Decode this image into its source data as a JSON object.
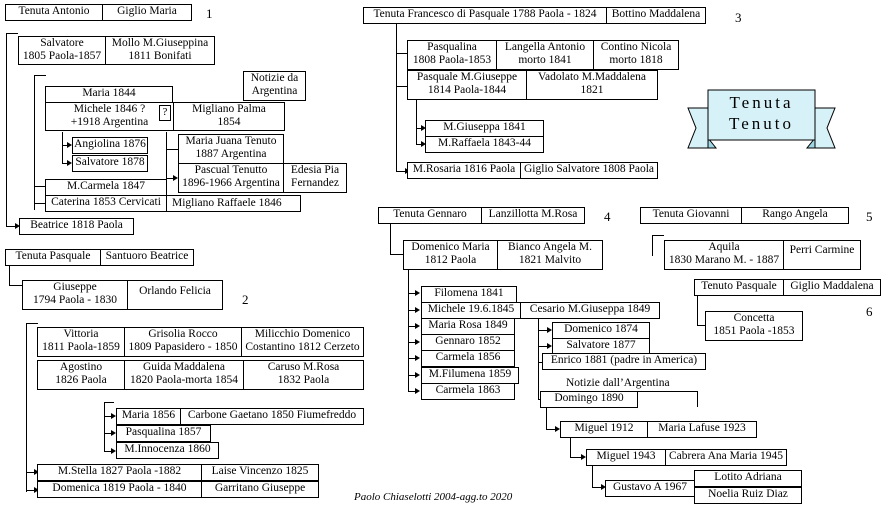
{
  "groups": {
    "g1": {
      "num": "1",
      "top_left": "Tenuta Antonio",
      "top_right": "Giglio Maria",
      "salvatore": [
        "Salvatore",
        "1805 Paola-1857"
      ],
      "mollo": [
        "Mollo M.Giuseppina",
        "1811 Bonifati"
      ],
      "maria": "Maria 1844",
      "notizie": [
        "Notizie da",
        "Argentina"
      ],
      "michele": [
        "Michele 1846 ?",
        "+1918 Argentina"
      ],
      "question": "?",
      "migliano": [
        "Migliano Palma",
        "1854"
      ],
      "angiolina": "Angiolina 1876",
      "salvatore2": "Salvatore 1878",
      "mariajuana": [
        "Maria Juana Tenuto",
        "1887 Argentina"
      ],
      "pascual": [
        "Pascual Tenutto",
        "1896-1966 Argentina"
      ],
      "edesia": [
        "Edesia Pia",
        "Fernandez"
      ],
      "mcarmela": "M.Carmela 1847",
      "caterina": "Caterina 1853 Cervicati",
      "migliano_r": "Migliano Raffaele 1846",
      "beatrice": "Beatrice 1818 Paola"
    },
    "g2": {
      "num": "2",
      "top_left": "Tenuta Pasquale",
      "top_right": "Santuoro Beatrice",
      "giuseppe": [
        "Giuseppe",
        "1794 Paola - 1830"
      ],
      "orlando": "Orlando Felicia",
      "vittoria": [
        "Vittoria",
        "1811 Paola-1859"
      ],
      "grisolia": [
        "Grisolia Rocco",
        "1809 Papasidero - 1850"
      ],
      "milicchio": [
        "Milicchio Domenico",
        "Costantino 1812 Cerzeto"
      ],
      "agostino": [
        "Agostino",
        "1826 Paola"
      ],
      "guida": [
        "Guida Maddalena",
        "1820 Paola-morta 1854"
      ],
      "caruso": [
        "Caruso M.Rosa",
        "1832 Paola"
      ],
      "maria1856": "Maria 1856",
      "carbone": "Carbone Gaetano 1850 Fiumefreddo",
      "pasqualina": "Pasqualina 1857",
      "minnocenza": "M.Innocenza 1860",
      "mstella": "M.Stella 1827 Paola -1882",
      "laise": "Laise Vincenzo 1825",
      "domenica": "Domenica 1819 Paola - 1840",
      "garritano": "Garritano Giuseppe"
    },
    "g3": {
      "num": "3",
      "top_left": "Tenuta Francesco di Pasquale  1788 Paola - 1824",
      "top_right": "Bottino Maddalena",
      "pasqualina": [
        "Pasqualina",
        "1808 Paola-1853"
      ],
      "langella": [
        "Langella  Antonio",
        "morto 1841"
      ],
      "contino": [
        "Contino Nicola",
        "morto 1818"
      ],
      "pasquale": [
        "Pasquale M.Giuseppe",
        "1814 Paola-1844"
      ],
      "vadolato": [
        "Vadolato M.Maddalena",
        "1821"
      ],
      "mgiuseppa": "M.Giuseppa 1841",
      "mraffaela": "M.Raffaela 1843-44",
      "mrosaria": "M.Rosaria 1816 Paola",
      "giglio": "Giglio Salvatore 1808 Paola"
    },
    "g4": {
      "num": "4",
      "top_left": "Tenuta Gennaro",
      "top_right": "Lanzillotta M.Rosa",
      "domenico": [
        "Domenico Maria",
        "1812 Paola"
      ],
      "bianco": [
        "Bianco Angela M.",
        "1821 Malvito"
      ],
      "filomena": "Filomena 1841",
      "michele": "Michele 19.6.1845",
      "cesario": "Cesario M.Giuseppa 1849",
      "mariarosa": "Maria Rosa 1849",
      "domenico1874": "Domenico 1874",
      "gennaro": "Gennaro 1852",
      "salvatore1877": "Salvatore 1877",
      "carmela1856": "Carmela 1856",
      "enrico": "Enrico 1881 (padre in America)",
      "mfilumena": "M.Filumena 1859",
      "notizie": "Notizie dall’Argentina",
      "carmela1863": "Carmela 1863",
      "domingo": "Domingo 1890",
      "miguel1912": "Miguel 1912",
      "lafuse": "Maria Lafuse 1923",
      "miguel1943": "Miguel 1943",
      "cabrera": "Cabrera Ana Maria 1945",
      "lotito": "Lotito Adriana",
      "gustavo": "Gustavo A 1967",
      "noelia": "Noelia Ruiz Diaz"
    },
    "g5": {
      "num": "5",
      "top_left": "Tenuta Giovanni",
      "top_right": "Rango Angela",
      "aquila": [
        "Aquila",
        "1830 Marano M. - 1887"
      ],
      "perri": "Perri Carmine"
    },
    "g6": {
      "num": "6",
      "top_left": "Tenuto Pasquale",
      "top_right": "Giglio Maddalena",
      "concetta": [
        "Concetta",
        "1851 Paola -1853"
      ]
    }
  },
  "banner": {
    "line1": "Tenuta",
    "line2": "Tenuto"
  },
  "signature": "Paolo Chiaselotti 2004-agg.to 2020",
  "colors": {
    "background": "#ffffff",
    "banner_fill": "#d6f2f8",
    "banner_dark": "#9fd6e4"
  }
}
